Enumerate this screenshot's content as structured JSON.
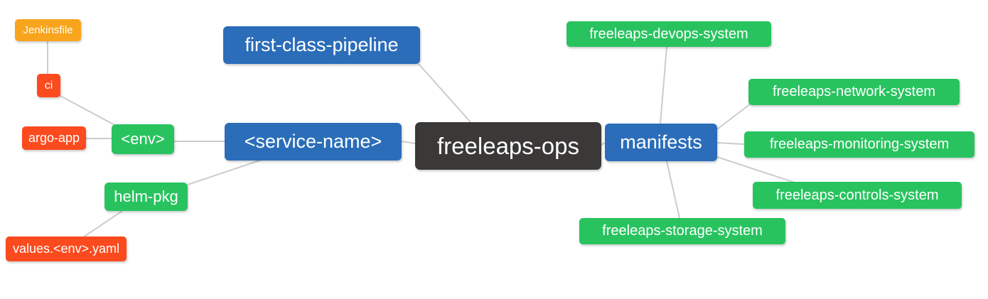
{
  "diagram_type": "mindmap",
  "colors": {
    "root_node": "#3B3838",
    "branch_blue": "#2B6DB9",
    "leaf_green": "#28C35F",
    "leaf_red": "#FB4A1E",
    "leaf_orange": "#F8A41D",
    "edge_line": "#CCCCCC",
    "background": "#FFFFFF",
    "node_text": "#FFFFFF"
  },
  "nodes": {
    "root": {
      "label": "freeleaps-ops",
      "color": "#3B3838"
    },
    "first_class_pipeline": {
      "label": "first-class-pipeline",
      "color": "#2B6DB9"
    },
    "service_name": {
      "label": "<service-name>",
      "color": "#2B6DB9"
    },
    "manifests": {
      "label": "manifests",
      "color": "#2B6DB9"
    },
    "env": {
      "label": "<env>",
      "color": "#28C35F"
    },
    "helm_pkg": {
      "label": "helm-pkg",
      "color": "#28C35F"
    },
    "ci": {
      "label": "ci",
      "color": "#FB4A1E"
    },
    "argo_app": {
      "label": "argo-app",
      "color": "#FB4A1E"
    },
    "values_yaml": {
      "label": "values.<env>.yaml",
      "color": "#FB4A1E"
    },
    "jenkinsfile": {
      "label": "Jenkinsfile",
      "color": "#F8A41D"
    },
    "devops_system": {
      "label": "freeleaps-devops-system",
      "color": "#28C35F"
    },
    "network_system": {
      "label": "freeleaps-network-system",
      "color": "#28C35F"
    },
    "monitoring_system": {
      "label": "freeleaps-monitoring-system",
      "color": "#28C35F"
    },
    "controls_system": {
      "label": "freeleaps-controls-system",
      "color": "#28C35F"
    },
    "storage_system": {
      "label": "freeleaps-storage-system",
      "color": "#28C35F"
    }
  },
  "edges": [
    {
      "from": "Jenkinsfile",
      "to": "ci"
    },
    {
      "from": "ci",
      "to": "<env>"
    },
    {
      "from": "argo-app",
      "to": "<env>"
    },
    {
      "from": "<env>",
      "to": "<service-name>"
    },
    {
      "from": "helm-pkg",
      "to": "<service-name>"
    },
    {
      "from": "values.<env>.yaml",
      "to": "helm-pkg"
    },
    {
      "from": "first-class-pipeline",
      "to": "freeleaps-ops"
    },
    {
      "from": "<service-name>",
      "to": "freeleaps-ops"
    },
    {
      "from": "freeleaps-ops",
      "to": "manifests"
    },
    {
      "from": "manifests",
      "to": "freeleaps-devops-system"
    },
    {
      "from": "manifests",
      "to": "freeleaps-network-system"
    },
    {
      "from": "manifests",
      "to": "freeleaps-monitoring-system"
    },
    {
      "from": "manifests",
      "to": "freeleaps-controls-system"
    },
    {
      "from": "manifests",
      "to": "freeleaps-storage-system"
    }
  ]
}
